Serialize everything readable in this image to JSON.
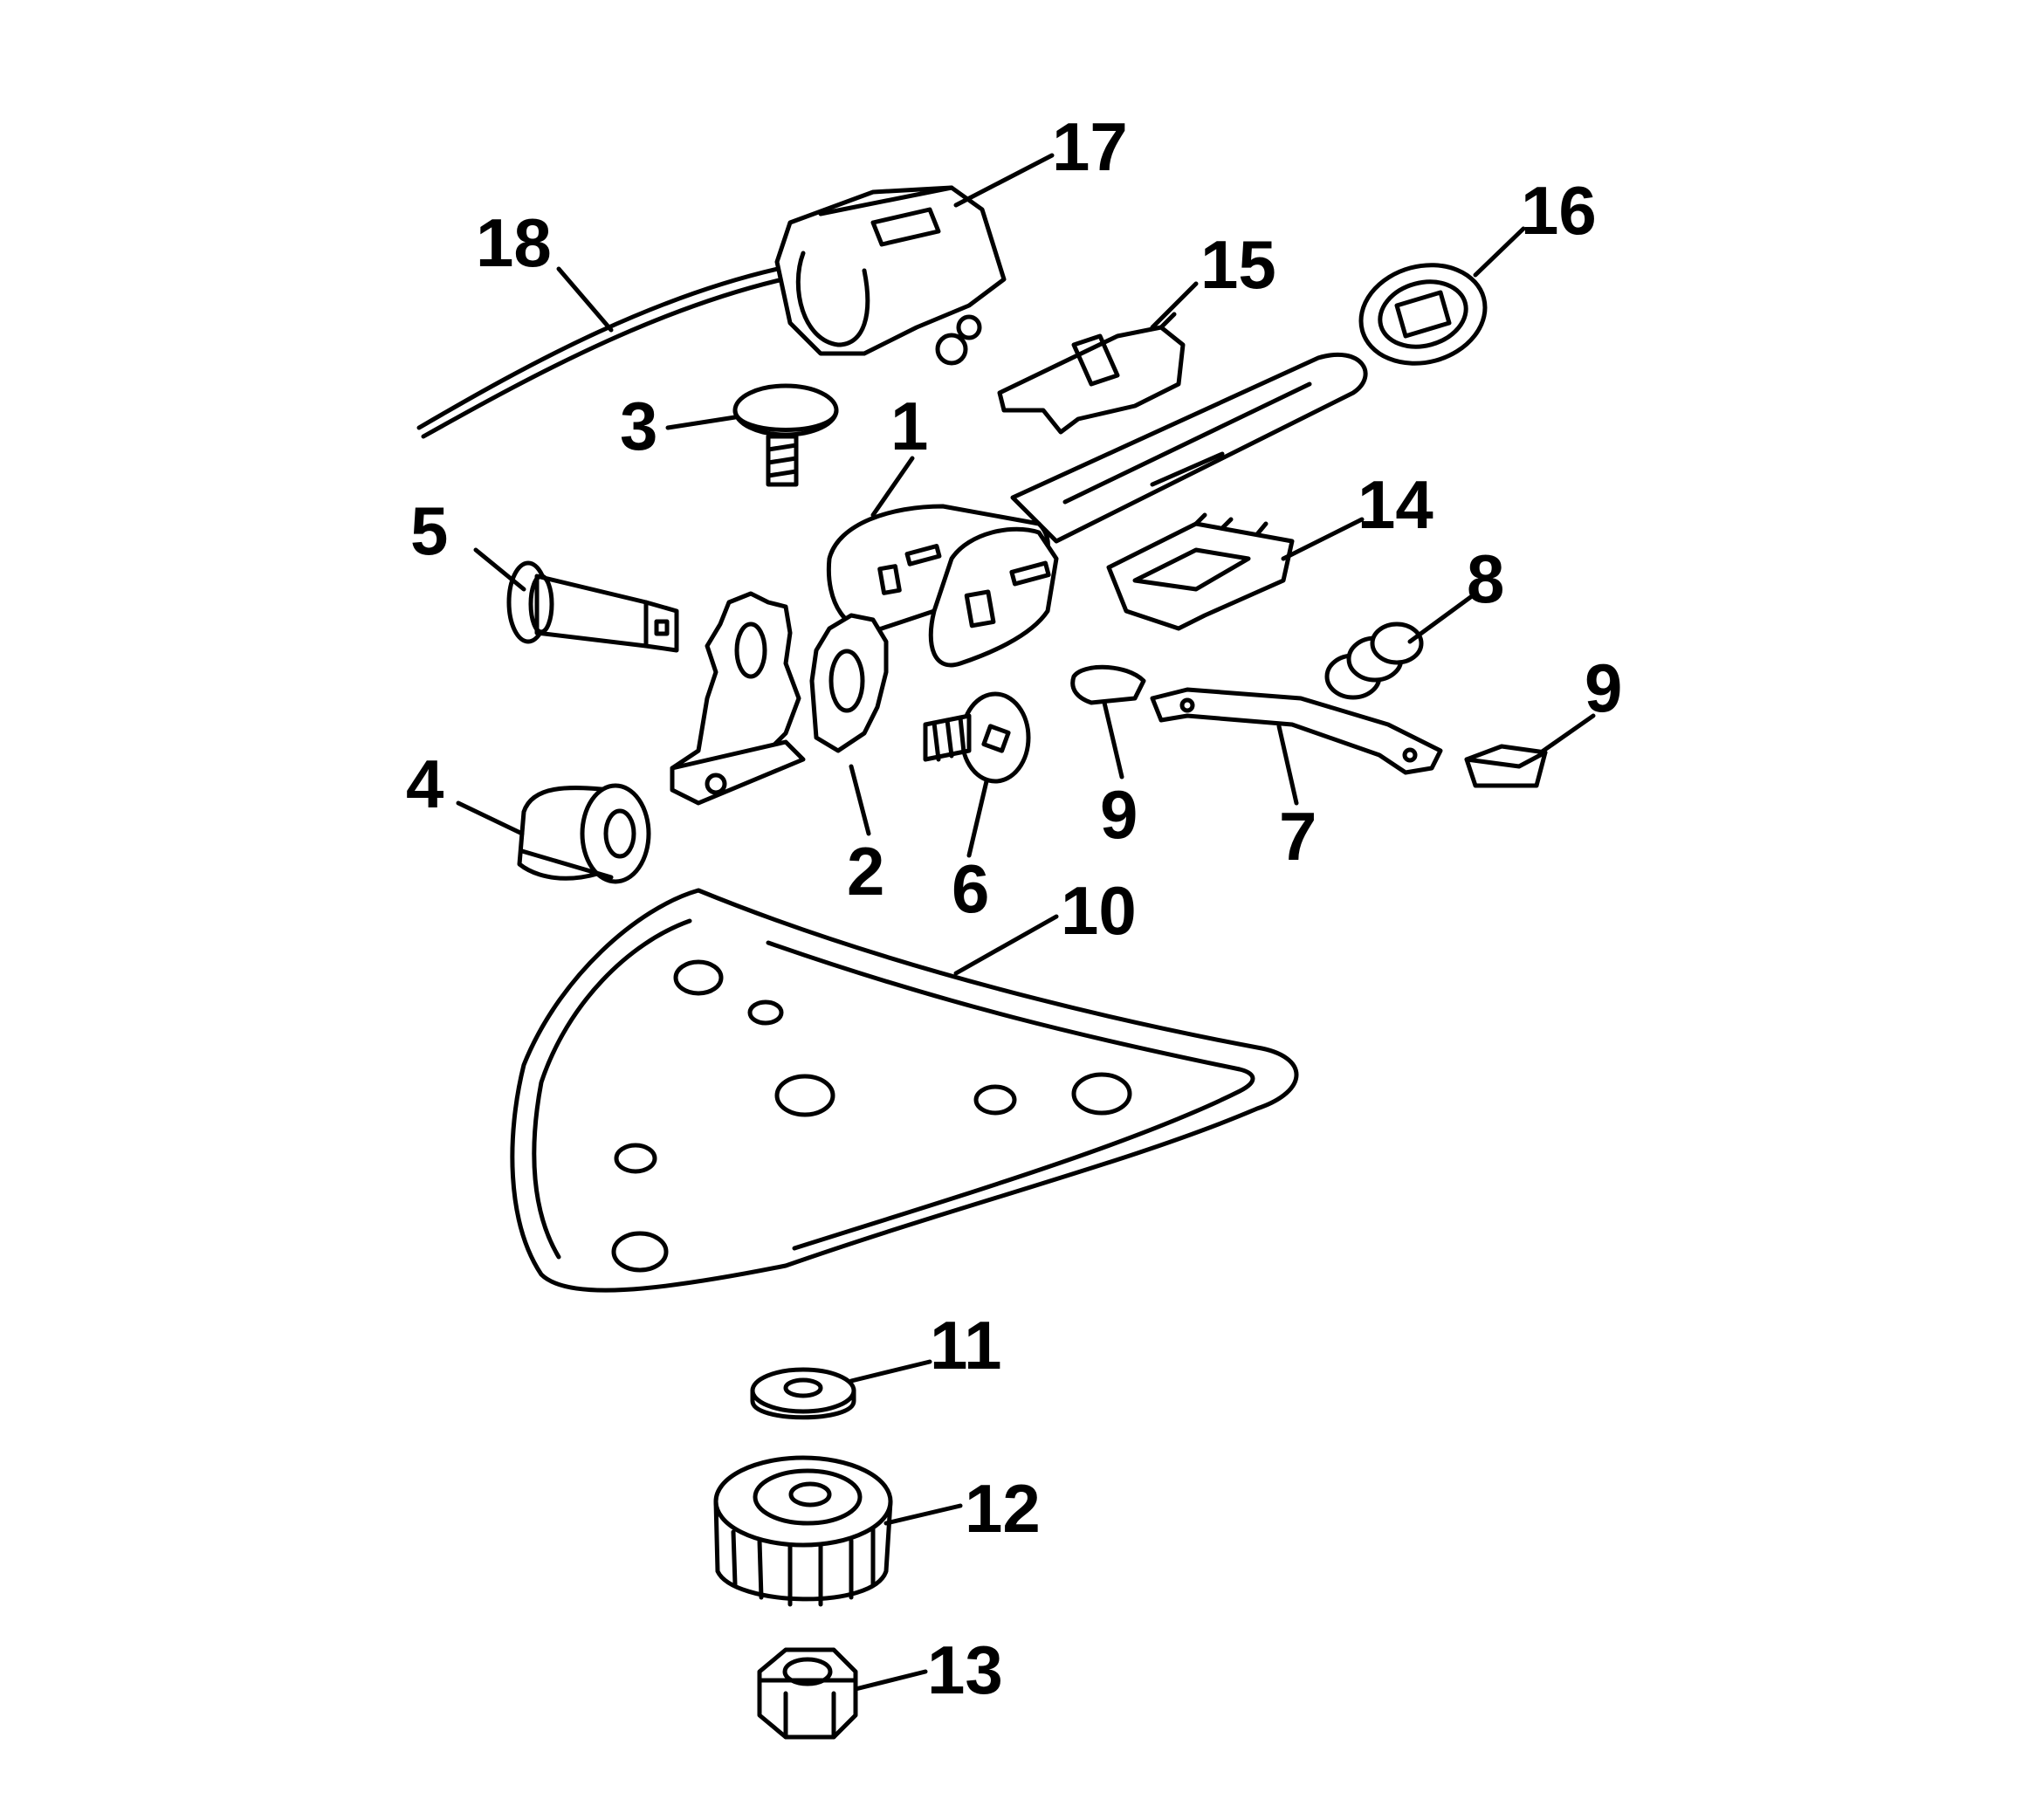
{
  "labels": {
    "p1": "1",
    "p2": "2",
    "p3": "3",
    "p4": "4",
    "p5": "5",
    "p6": "6",
    "p7": "7",
    "p8": "8",
    "p9a": "9",
    "p9b": "9",
    "p10": "10",
    "p11": "11",
    "p12": "12",
    "p13": "13",
    "p14": "14",
    "p15": "15",
    "p16": "16",
    "p17": "17",
    "p18": "18"
  }
}
